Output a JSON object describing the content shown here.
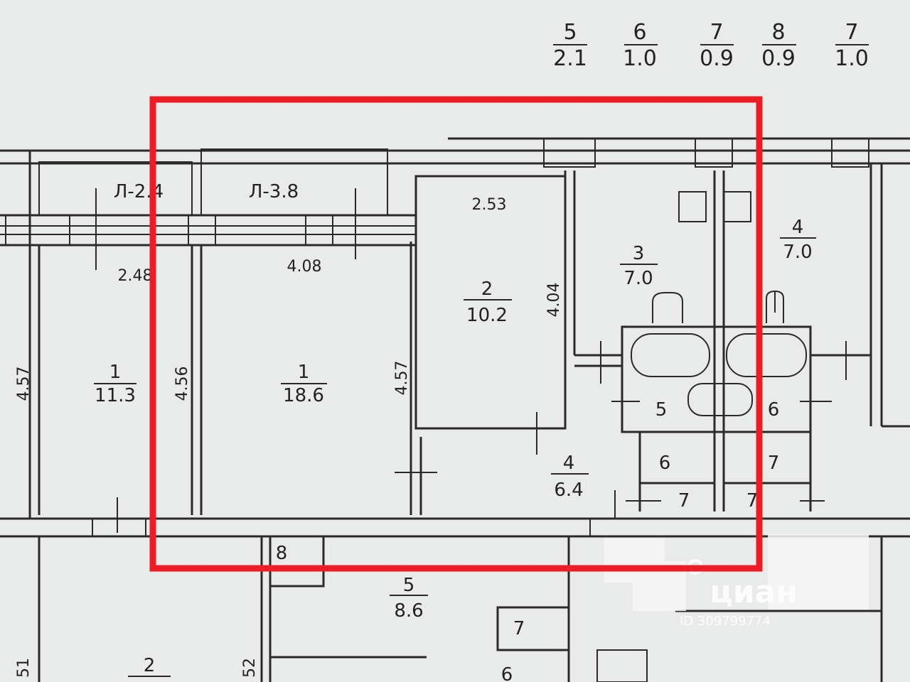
{
  "legend": [
    {
      "room": "5",
      "area": "2.1"
    },
    {
      "room": "6",
      "area": "1.0"
    },
    {
      "room": "7",
      "area": "0.9"
    },
    {
      "room": "8",
      "area": "0.9"
    },
    {
      "room": "7",
      "area": "1.0"
    }
  ],
  "balconies": [
    "Л-2.4",
    "Л-3.8"
  ],
  "rooms": [
    {
      "num": "1",
      "area": "11.3"
    },
    {
      "num": "1",
      "area": "18.6"
    },
    {
      "num": "2",
      "area": "10.2"
    },
    {
      "num": "3",
      "area": "7.0"
    },
    {
      "num": "4",
      "area": "7.0"
    },
    {
      "num": "4",
      "area": "6.4"
    },
    {
      "num": "5",
      "area": "8.6"
    },
    {
      "num": "2",
      "area": ""
    }
  ],
  "dimensions": [
    "2.48",
    "4.08",
    "2.53",
    "4.57",
    "4.56",
    "4.57",
    "4.04",
    "51",
    "52"
  ],
  "fixtures": [
    "5",
    "6",
    "6",
    "7",
    "7",
    "7",
    "8",
    "7",
    "6"
  ],
  "watermark": {
    "brand": "циан",
    "id": "ID 309799774"
  },
  "highlight_color": "#ee1c25",
  "line_color": "#2a2a2a"
}
